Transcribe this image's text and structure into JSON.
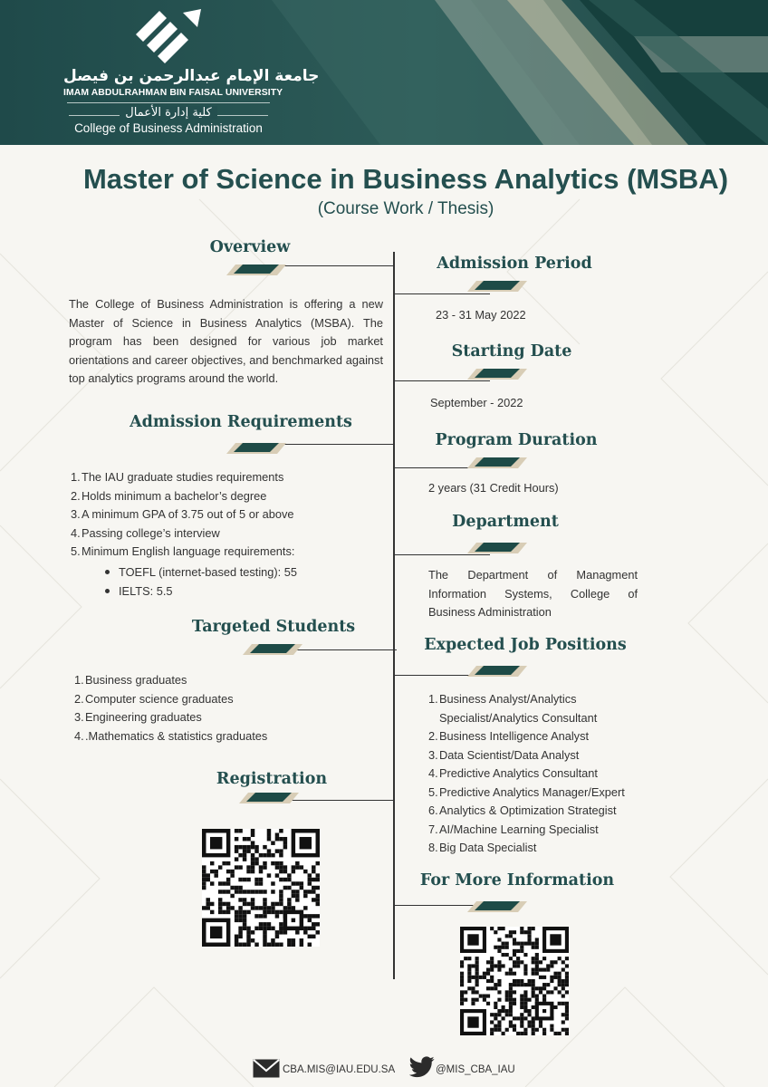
{
  "header": {
    "university_ar": "جامعة الإمام عبدالرحمن بن فيصل",
    "university_en": "IMAM ABDULRAHMAN BIN FAISAL UNIVERSITY",
    "college_ar": "كلية إدارة الأعمال",
    "college_en": "College of Business Administration"
  },
  "title": "Master of Science in Business Analytics (MSBA)",
  "subtitle": "(Course Work / Thesis)",
  "overview": {
    "heading": "Overview",
    "text": "The College of Business Administration is offering a new Master of Science in Business Analytics (MSBA).  The program has been designed for various job market orientations and career objectives, and benchmarked against top analytics programs around the world."
  },
  "admission_requirements": {
    "heading": "Admission Requirements",
    "items": [
      {
        "num": "1.",
        "text": "The IAU graduate studies requirements"
      },
      {
        "num": "2.",
        "text": "Holds minimum a bachelor’s degree"
      },
      {
        "num": "3.",
        "text": "A minimum GPA of 3.75 out of 5 or above"
      },
      {
        "num": "4.",
        "text": "Passing college’s interview"
      },
      {
        "num": "5.",
        "text": "Minimum English language requirements:"
      }
    ],
    "sub_items": [
      "TOEFL (internet-based testing): 55",
      "IELTS:  5.5"
    ]
  },
  "targeted_students": {
    "heading": "Targeted Students",
    "items": [
      {
        "num": "1.",
        "text": "Business graduates"
      },
      {
        "num": "2.",
        "text": "Computer science graduates"
      },
      {
        "num": "3.",
        "text": "Engineering graduates"
      },
      {
        "num": "4.",
        "text": ".Mathematics & statistics graduates"
      }
    ]
  },
  "registration": {
    "heading": "Registration"
  },
  "admission_period": {
    "heading": "Admission Period",
    "value": "23 - 31 May 2022"
  },
  "starting_date": {
    "heading": "Starting Date",
    "value": "September - 2022"
  },
  "program_duration": {
    "heading": "Program Duration",
    "value": "2 years (31 Credit Hours)"
  },
  "department": {
    "heading": "Department",
    "value": "The Department of Managment Information Systems, College of Business Administration"
  },
  "job_positions": {
    "heading": "Expected Job Positions",
    "items": [
      {
        "num": "1.",
        "text": "Business Analyst/Analytics",
        "text2": "Specialist/Analytics Consultant"
      },
      {
        "num": "2.",
        "text": "Business Intelligence Analyst"
      },
      {
        "num": "3.",
        "text": "Data Scientist/Data Analyst"
      },
      {
        "num": "4.",
        "text": "Predictive Analytics Consultant"
      },
      {
        "num": "5.",
        "text": "Predictive Analytics Manager/Expert"
      },
      {
        "num": "6.",
        "text": "Analytics & Optimization Strategist"
      },
      {
        "num": "7.",
        "text": "AI/Machine Learning Specialist"
      },
      {
        "num": "8.",
        "text": "Big Data Specialist"
      }
    ]
  },
  "more_info": {
    "heading": "For More Information"
  },
  "footer": {
    "email": "CBA.MIS@IAU.EDU.SA",
    "twitter": "@MIS_CBA_IAU"
  },
  "icons": [
    "university-logo-icon",
    "qr-code-icon",
    "email-icon",
    "twitter-icon"
  ],
  "colors": {
    "primary": "#244f4f",
    "tag_dark": "#1e4b47",
    "tag_beige": "#d8cdb6",
    "text": "#333333"
  }
}
